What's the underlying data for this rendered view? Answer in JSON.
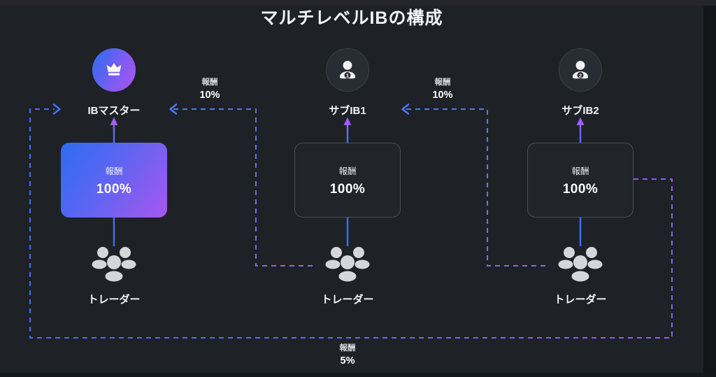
{
  "title": "マルチレベルIBの構成",
  "nodes": [
    {
      "id": "ib-master",
      "label": "IBマスター",
      "avatar_icon": "crown-icon",
      "reward_label": "報酬",
      "reward_value": "100%",
      "trader_label": "トレーダー"
    },
    {
      "id": "sub-ib-1",
      "label": "サブIB1",
      "avatar_icon": "person-icon",
      "badge": "1",
      "reward_label": "報酬",
      "reward_value": "100%",
      "trader_label": "トレーダー"
    },
    {
      "id": "sub-ib-2",
      "label": "サブIB2",
      "avatar_icon": "person-icon",
      "badge": "2",
      "reward_label": "報酬",
      "reward_value": "100%",
      "trader_label": "トレーダー"
    }
  ],
  "flows": [
    {
      "from": "サブIB1",
      "to": "IBマスター",
      "label": "報酬",
      "value": "10%"
    },
    {
      "from": "サブIB2",
      "to": "サブIB1",
      "label": "報酬",
      "value": "10%"
    },
    {
      "from": "サブIB2",
      "to": "IBマスター",
      "label": "報酬",
      "value": "5%"
    }
  ],
  "colors": {
    "background": "#1e2126",
    "accent_blue": "#3b6ff2",
    "accent_purple": "#9f5ef3",
    "box_gradient_start": "#2d6cf2",
    "box_gradient_end": "#a757ef"
  }
}
